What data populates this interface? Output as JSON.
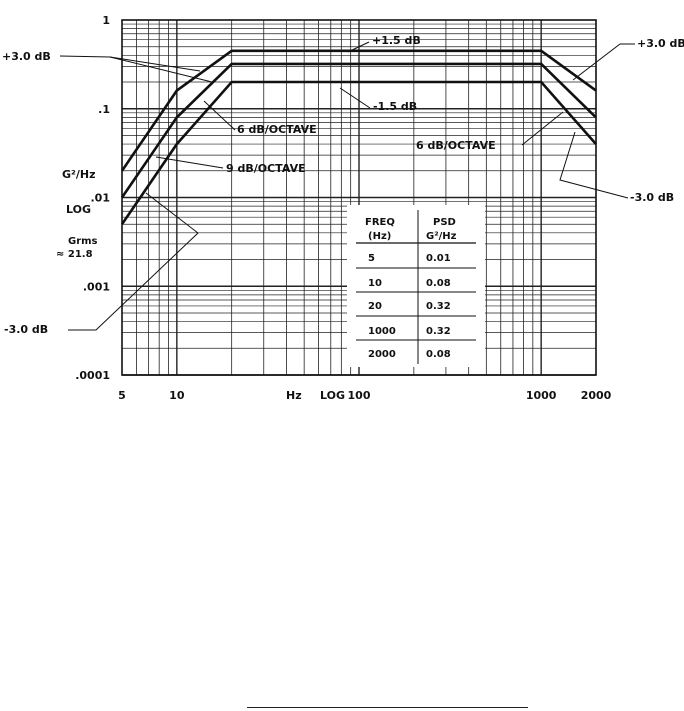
{
  "chart_data": {
    "type": "line",
    "xscale": "log",
    "yscale": "log",
    "xlim": [
      5,
      2000
    ],
    "ylim": [
      0.0001,
      1
    ],
    "x_ticks": [
      "5",
      "10",
      "100",
      "1000",
      "2000"
    ],
    "y_ticks": [
      ".0001",
      ".001",
      ".01",
      ".1",
      "1"
    ],
    "x_axis_label": "Hz",
    "x_axis_scale_note": "LOG",
    "y_axis_label": "G²/Hz",
    "y_axis_scale_note": "LOG",
    "grms_label": "Grms",
    "grms_value": "≈ 21.8",
    "grid": true,
    "series": [
      {
        "role": "nominal",
        "x": [
          5,
          10,
          20,
          1000,
          2000
        ],
        "y": [
          0.01,
          0.08,
          0.32,
          0.32,
          0.08
        ]
      },
      {
        "role": "upper",
        "x": [
          5,
          10,
          20,
          1000,
          2000
        ],
        "y": [
          0.02,
          0.16,
          0.45,
          0.45,
          0.16
        ]
      },
      {
        "role": "lower",
        "x": [
          5,
          10,
          20,
          1000,
          2000
        ],
        "y": [
          0.005,
          0.04,
          0.2,
          0.2,
          0.04
        ]
      }
    ],
    "annotations": {
      "upper_left": "+3.0 dB",
      "upper_mid": "+1.5 dB",
      "upper_right": "+3.0 dB",
      "lower_left": "-3.0 dB",
      "lower_mid": "-1.5 dB",
      "lower_right": "-3.0 dB",
      "slope_left_1": "6 dB/OCTAVE",
      "slope_left_2": "9 dB/OCTAVE",
      "slope_right": "6 dB/OCTAVE"
    },
    "table": {
      "headers": [
        "FREQ (Hz)",
        "PSD G²/Hz"
      ],
      "header_line1": [
        "FREQ",
        "PSD"
      ],
      "header_line2": [
        "(Hz)",
        "G²/Hz"
      ],
      "rows": [
        [
          "5",
          "0.01"
        ],
        [
          "10",
          "0.08"
        ],
        [
          "20",
          "0.32"
        ],
        [
          "1000",
          "0.32"
        ],
        [
          "2000",
          "0.08"
        ]
      ]
    }
  }
}
